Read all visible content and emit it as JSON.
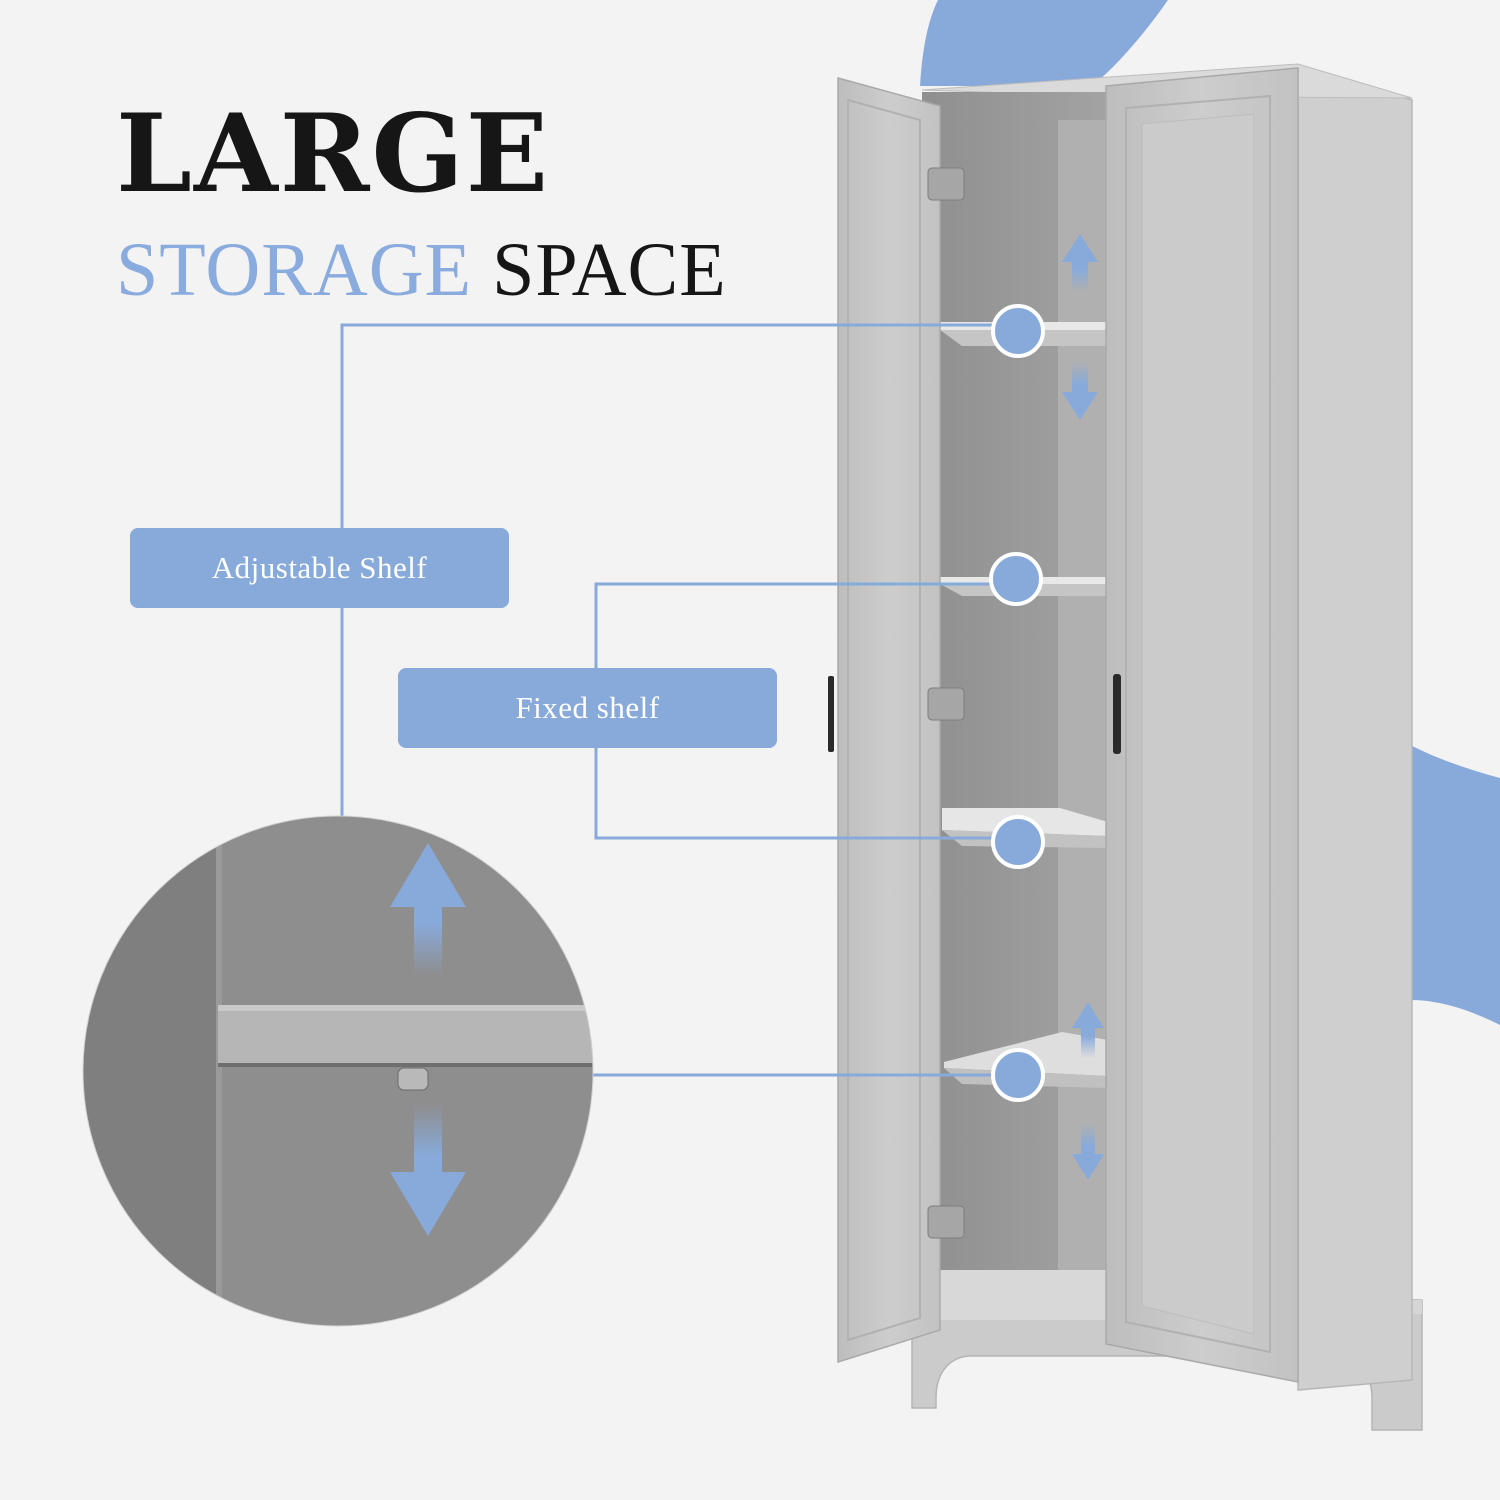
{
  "headline": {
    "line1": "LARGE",
    "line2_accent": "STORAGE",
    "line2_rest": "SPACE"
  },
  "callouts": {
    "adjustable_shelf": "Adjustable Shelf",
    "fixed_shelf": "Fixed shelf"
  },
  "colors": {
    "accent_blue": "#88aadb",
    "text_dark": "#161616",
    "background": "#f3f3f3",
    "cabinet_gray": "#c8c8c8"
  },
  "icons": [
    "up-arrow-icon",
    "down-arrow-icon",
    "callout-dot-icon"
  ]
}
